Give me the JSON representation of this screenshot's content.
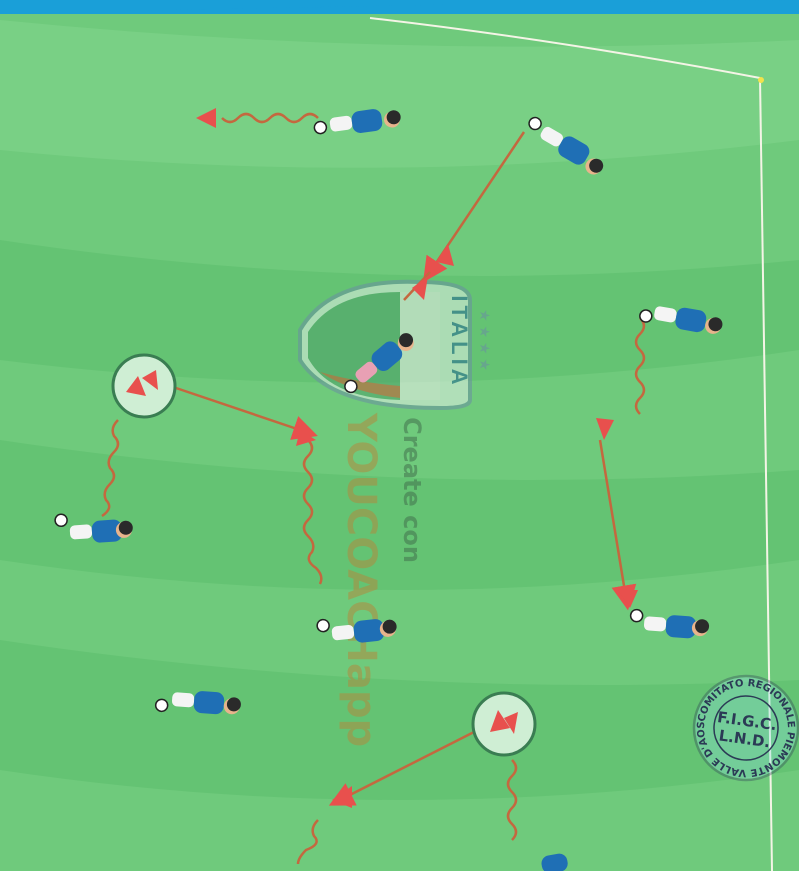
{
  "crest": {
    "text": "ITALIA",
    "stars": "★ ★ ★ ★"
  },
  "watermark": {
    "line1": "Create con",
    "line2": "YOUCOACHapp"
  },
  "stamp": {
    "ring_text": "COMITATO REGIONALE PIEMONTE VALLE D'AOSTA",
    "center_line1": "F.I.G.C.",
    "center_line2": "L.N.D."
  },
  "colors": {
    "pitch_light": "#7fd38a",
    "pitch_dark": "#5cc06e",
    "line": "#f4f4e6",
    "arrow": "#e8504d",
    "dribble": "#c4683f",
    "player_kit": "#1f6fb5",
    "frame": "#1a9fd8"
  },
  "icons": {
    "player": "player-with-ball-icon",
    "cone": "cone-icon",
    "arrow": "arrow-icon"
  }
}
